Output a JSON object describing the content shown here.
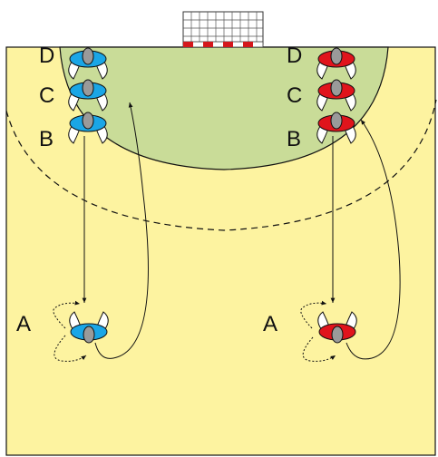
{
  "colors": {
    "court": "#fdf3a0",
    "goal_area": "#c9dc98",
    "team_blue": "#1aa6e6",
    "team_red": "#e0141c",
    "goal_red": "#d4181c",
    "line": "#111111"
  },
  "labels": {
    "blue_d": "D",
    "blue_c": "C",
    "blue_b": "B",
    "blue_a": "A",
    "red_d": "D",
    "red_c": "C",
    "red_b": "B",
    "red_a": "A"
  },
  "players": [
    {
      "id": "blue-d",
      "team": "blue"
    },
    {
      "id": "blue-c",
      "team": "blue"
    },
    {
      "id": "blue-b",
      "team": "blue"
    },
    {
      "id": "blue-a",
      "team": "blue"
    },
    {
      "id": "red-d",
      "team": "red"
    },
    {
      "id": "red-c",
      "team": "red"
    },
    {
      "id": "red-b",
      "team": "red"
    },
    {
      "id": "red-a",
      "team": "red"
    }
  ]
}
